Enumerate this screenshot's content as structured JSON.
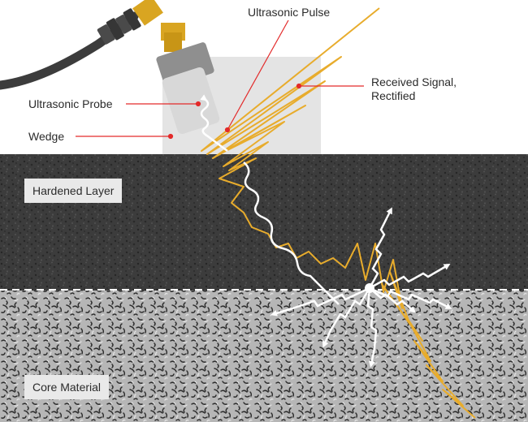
{
  "labels": {
    "ultrasonic_pulse": "Ultrasonic Pulse",
    "received_signal_line1": "Received Signal,",
    "received_signal_line2": "Rectified",
    "ultrasonic_probe": "Ultrasonic Probe",
    "wedge": "Wedge",
    "hardened_layer": "Hardened Layer",
    "core_material": "Core Material"
  },
  "colors": {
    "signal": "#e8ac2c",
    "leader_line": "#e32a2a",
    "hardened_layer": "#3a3a3a",
    "core_material": "#b4b4b4",
    "wedge": "#e4e4e4",
    "probe_body": "#d8d8d8",
    "probe_connector": "#d9a521",
    "cable": "#3c3c3c",
    "pulse_wave": "#ffffff"
  },
  "icons": {
    "probe": "ultrasonic-probe-icon",
    "connector": "connector-icon",
    "cable": "cable-icon"
  }
}
